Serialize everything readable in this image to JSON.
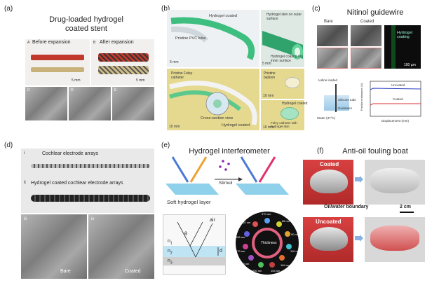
{
  "panels": {
    "a": {
      "label": "(a)",
      "title_line1": "Drug-loaded hydrogel",
      "title_line2": "coated stent",
      "sub_A": "A",
      "sub_B": "B",
      "sub_C": "C",
      "sub_D": "D",
      "sub_E": "E",
      "before": "Before expansion",
      "after": "After expansion",
      "scale1": "5 mm",
      "scale2": "5 mm"
    },
    "b": {
      "label": "(b)",
      "hydrogel_coated": "Hydrogel coated",
      "pristine_pvc": "Pristine PVC tube",
      "hydrogel_skin": "Hydrogel skin on outer surface",
      "hydrogel_inner": "Hydrogel coating on inner surface",
      "scale_a": "5 mm",
      "scale_b": "5 mm",
      "pristine_foley": "Pristine Foley catheter",
      "cross_section": "Cross-section view",
      "hydrogel_coated2": "Hydrogel coated",
      "pristine_balloon": "Pristine balloon",
      "hydrogel_coated3": "Hydrogel coated",
      "foley_catheter": "Foley catheter with hydrogel skin",
      "scale_c": "10 mm",
      "scale_d": "10 mm",
      "scale_e": "10 mm"
    },
    "c": {
      "label": "(c)",
      "title": "Nitinol guidewire",
      "bare": "Bare",
      "coated": "Coated",
      "hydrogel_coating": "Hydrogel coating",
      "scale": "100 μm",
      "iodine": "Iodine loaded",
      "silicone_tube": "Silicone tube",
      "guidewire": "Guidewire",
      "water": "Water (37°C)",
      "uncoated_legend": "Uncoated",
      "coated_legend": "Coated",
      "xlabel": "Displacement (mm)",
      "ylabel": "Friction resistance (N)"
    },
    "d": {
      "label": "(d)",
      "sub_i": "i",
      "sub_ii": "ii",
      "sub_iii": "iii",
      "sub_iv": "iv",
      "cochlear1": "Cochlear electrode arrays",
      "cochlear2": "Hydrogel coated cochlear electrode arrays",
      "bare": "Bare",
      "coated": "Coated"
    },
    "e": {
      "label": "(e)",
      "title": "Hydrogel interferometer",
      "stimuli": "Stimuli",
      "soft_layer": "Soft hydrogel layer",
      "air": "air",
      "theta": "θ",
      "n1": "n",
      "n2": "n",
      "n3": "n",
      "sub1": "1",
      "sub2": "2",
      "sub3": "3",
      "d": "d",
      "wheel_center": "Thickness",
      "wheel_labels": [
        "370 nm",
        "85 nm",
        "90 nm",
        "110 nm",
        "184 nm",
        "154 nm",
        "200 nm",
        "216 nm",
        "270 nm",
        "265 nm",
        "302 nm"
      ]
    },
    "f": {
      "label": "(f)",
      "title": "Anti-oil fouling boat",
      "coated": "Coated",
      "uncoated": "Uncoated",
      "boundary": "Oil/water boundary",
      "scale": "2 cm"
    }
  },
  "colors": {
    "hydrogel_green": "#3fbf7f",
    "stent_red": "#c0392b",
    "oil_red": "#d93a3a",
    "uncoated_blue": "#2a3fbf",
    "coated_red": "#e03030"
  }
}
